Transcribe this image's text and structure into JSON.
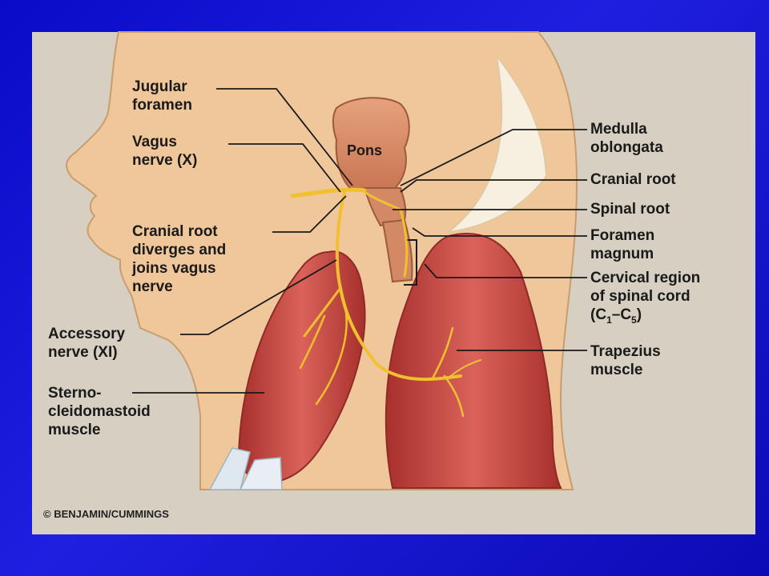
{
  "labels": {
    "jugular_foramen": [
      "Jugular",
      "foramen"
    ],
    "vagus_nerve": [
      "Vagus",
      "nerve (X)"
    ],
    "cranial_root_diverges": [
      "Cranial root",
      "diverges and",
      "joins vagus",
      "nerve"
    ],
    "accessory_nerve": [
      "Accessory",
      "nerve (XI)"
    ],
    "sternocleidomastoid": [
      "Sterno-",
      "cleidomastoid",
      "muscle"
    ],
    "pons": "Pons",
    "medulla_oblongata": [
      "Medulla",
      "oblongata"
    ],
    "cranial_root": "Cranial root",
    "spinal_root": "Spinal root",
    "foramen_magnum": [
      "Foramen",
      "magnum"
    ],
    "cervical_region": [
      "Cervical region",
      "of spinal cord"
    ],
    "cervical_range": {
      "open": "(C",
      "sub1": "1",
      "dash": "–C",
      "sub2": "5",
      "close": ")"
    },
    "trapezius": [
      "Trapezius",
      "muscle"
    ]
  },
  "copyright": "© BENJAMIN/CUMMINGS",
  "colors": {
    "background": "#1414d8",
    "panel": "#d6cfc2",
    "skin": "#efc79b",
    "muscle": "#c8463e",
    "nerve": "#f0c030",
    "brain": "#d98b63"
  }
}
